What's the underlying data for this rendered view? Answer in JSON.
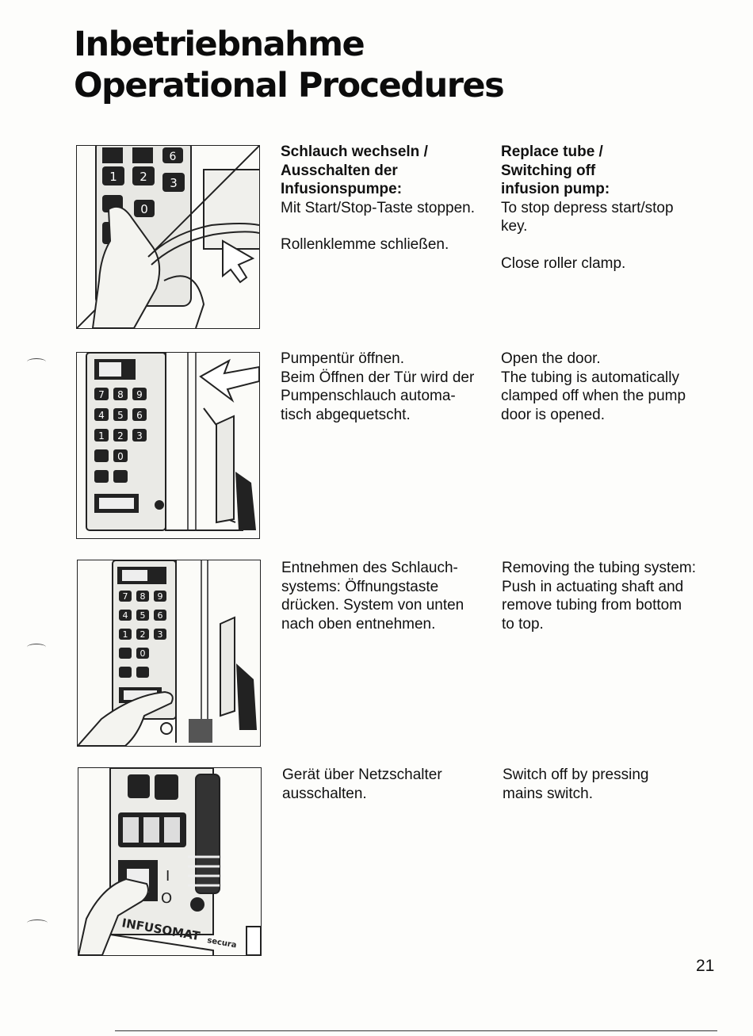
{
  "page": {
    "title_de": "Inbetriebnahme",
    "title_en": "Operational Procedures",
    "page_number": "21"
  },
  "steps": [
    {
      "de": {
        "heading_lines": [
          "Schlauch wechseln /",
          "Ausschalten der",
          "Infusionspumpe:"
        ],
        "paragraphs": [
          [
            "Mit Start/Stop-Taste stoppen."
          ],
          [
            "Rollenklemme schließen."
          ]
        ]
      },
      "en": {
        "heading_lines": [
          "Replace tube /",
          "Switching off",
          "infusion pump:"
        ],
        "paragraphs": [
          [
            "To stop depress start/stop",
            "key."
          ],
          [
            "Close roller clamp."
          ]
        ]
      }
    },
    {
      "de": {
        "heading_lines": [],
        "paragraphs": [
          [
            "Pumpentür öffnen.",
            "Beim Öffnen der Tür wird der",
            "Pumpenschlauch automa-",
            "tisch abgequetscht."
          ]
        ]
      },
      "en": {
        "heading_lines": [],
        "paragraphs": [
          [
            "Open the door.",
            "The tubing is automatically",
            "clamped off when the pump",
            "door is opened."
          ]
        ]
      }
    },
    {
      "de": {
        "heading_lines": [],
        "paragraphs": [
          [
            "Entnehmen des Schlauch-",
            "systems: Öffnungstaste",
            "drücken. System von unten",
            "nach oben entnehmen."
          ]
        ]
      },
      "en": {
        "heading_lines": [],
        "paragraphs": [
          [
            "Removing the tubing system:",
            "Push in actuating shaft and",
            "remove tubing from bottom",
            "to top."
          ]
        ]
      }
    },
    {
      "de": {
        "heading_lines": [],
        "paragraphs": [
          [
            "Gerät über Netzschalter",
            "ausschalten."
          ]
        ]
      },
      "en": {
        "heading_lines": [],
        "paragraphs": [
          [
            "Switch off by pressing",
            "mains switch."
          ]
        ]
      }
    }
  ],
  "figures": {
    "fig1_keys": [
      "6",
      "1",
      "2",
      "3",
      "0"
    ],
    "fig2_keys": [
      "7",
      "8",
      "9",
      "4",
      "5",
      "6",
      "1",
      "2",
      "3",
      "0"
    ],
    "fig3_keys": [
      "7",
      "8",
      "9",
      "4",
      "5",
      "6",
      "1",
      "2",
      "3",
      "0"
    ],
    "fig4_brand": "INFUSOMAT",
    "fig4_brand_sub": "secura",
    "fig4_switch_on": "I",
    "fig4_switch_off": "O"
  }
}
